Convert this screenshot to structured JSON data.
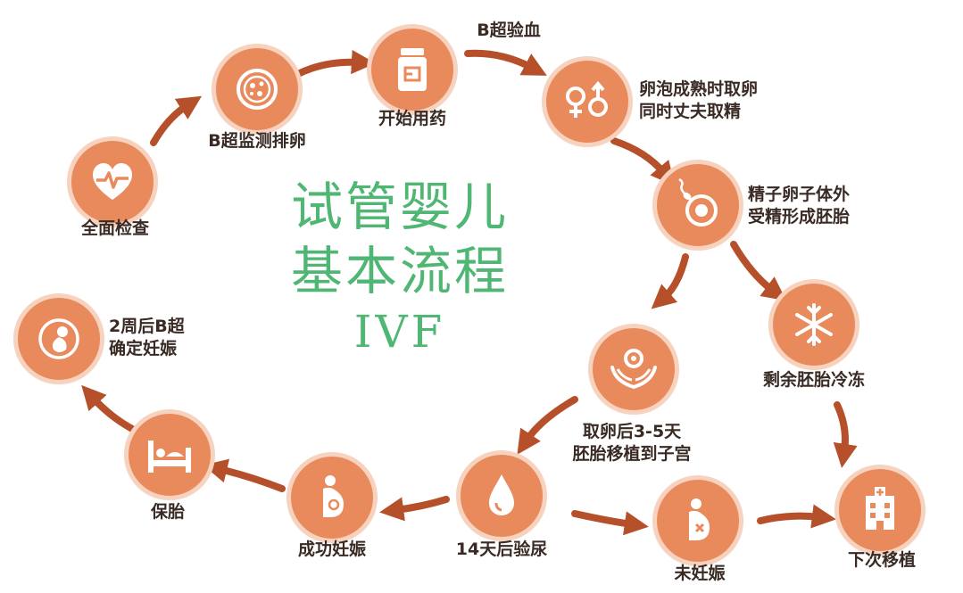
{
  "title": {
    "line1": "试管婴儿",
    "line2": "基本流程",
    "line3": "IVF"
  },
  "colors": {
    "node": "#E98A5C",
    "halo": "#F6D2BF",
    "arrow": "#B5502A",
    "title": "#4FB673",
    "text": "#3a2a24"
  },
  "steps": {
    "checkup": {
      "icon": "heart-pulse-icon",
      "label": "全面检查"
    },
    "ovulation": {
      "icon": "petri-dish-icon",
      "label": "B超监测排卵"
    },
    "medication": {
      "icon": "medicine-bottle-icon",
      "label": "开始用药"
    },
    "bloodtest": {
      "label": "B超验血"
    },
    "retrieval": {
      "icon": "gender-symbols-icon",
      "line1": "卵泡成熟时取卵",
      "line2": "同时丈夫取精"
    },
    "fertilization": {
      "icon": "sperm-egg-icon",
      "line1": "精子卵子体外",
      "line2": "受精形成胚胎"
    },
    "freeze": {
      "icon": "snowflake-icon",
      "label": "剩余胚胎冷冻"
    },
    "transfer": {
      "icon": "hands-embryo-icon",
      "line1": "取卵后3-5天",
      "line2": "胚胎移植到子宫"
    },
    "urinetest": {
      "icon": "droplet-icon",
      "label": "14天后验尿"
    },
    "success": {
      "icon": "pregnant-woman-icon",
      "label": "成功妊娠"
    },
    "notpregnant": {
      "icon": "pregnant-woman-x-icon",
      "label": "未妊娠"
    },
    "nexttransfer": {
      "icon": "hospital-icon",
      "label": "下次移植"
    },
    "preserve": {
      "icon": "bed-icon",
      "label": "保胎"
    },
    "confirm": {
      "icon": "fetus-icon",
      "line1": "2周后B超",
      "line2": "确定妊娠"
    }
  }
}
